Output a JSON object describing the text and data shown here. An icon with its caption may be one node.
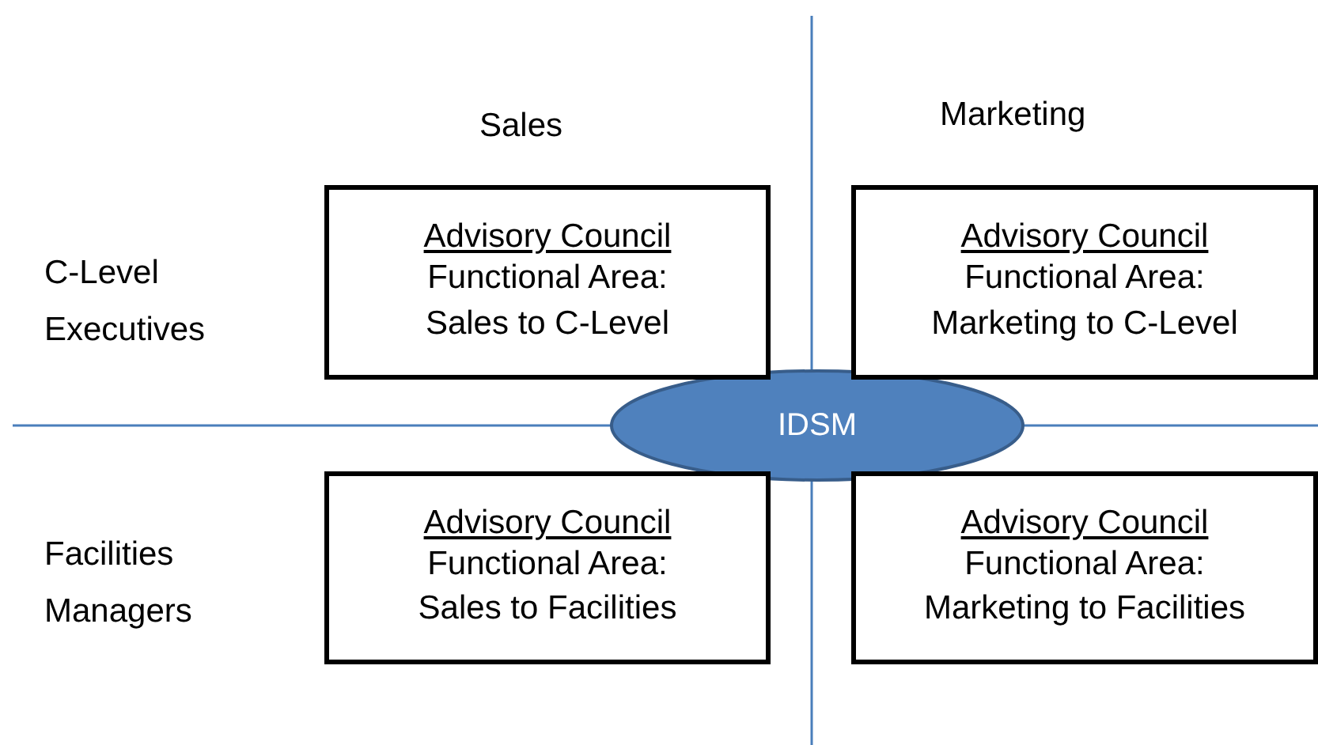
{
  "diagram": {
    "nodes": [
      {
        "text": [
          "Advisory Council",
          "Functional Area: Sales to C-Level"
        ]
      },
      {
        "text": [
          "Advisory Council",
          "Functional Area: Marketing to C-Level"
        ]
      },
      {
        "text": [
          "IDSM"
        ]
      },
      {
        "text": [
          "Advisory Council",
          "Functional Area: Sales to Facilities"
        ]
      },
      {
        "text": [
          "Advisory Council",
          "Functional Area: Marketing to Facilities"
        ]
      }
    ],
    "edges": [],
    "labels": [
      "Sales",
      "Marketing",
      "C-Level Executives",
      "Facilities Managers"
    ]
  }
}
